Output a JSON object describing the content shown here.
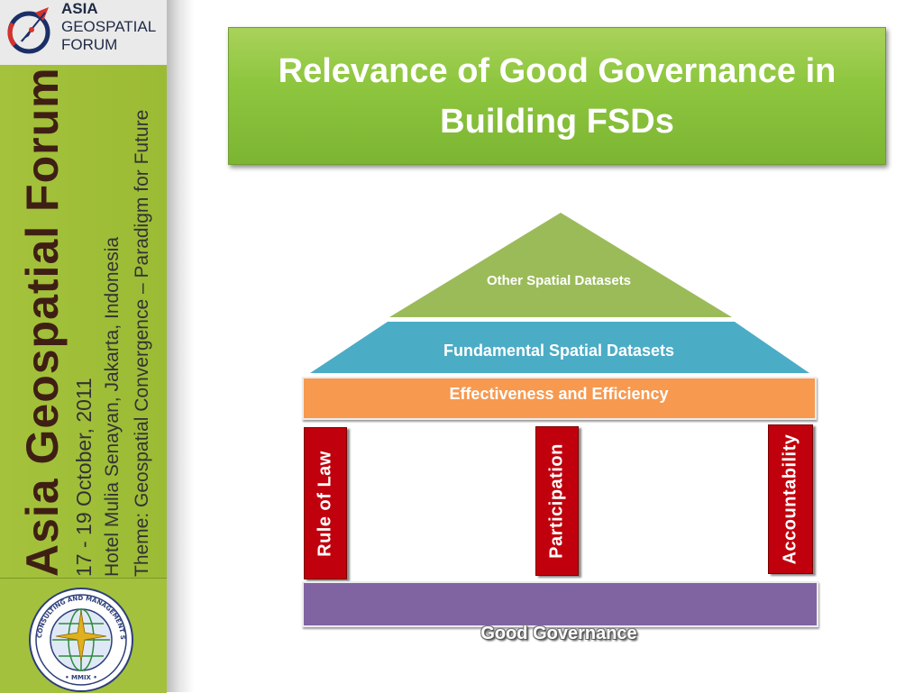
{
  "sidebar": {
    "logo": {
      "line1": "ASIA",
      "line2": "GEOSPATIAL",
      "line3": "FORUM"
    },
    "event_title": "Asia Geospatial Forum",
    "dates": "17 - 19 October, 2011",
    "venue": "Hotel Mulia Senayan, Jakarta, Indonesia",
    "theme": "Theme: Geospatial Convergence – Paradigm for Future",
    "seal": {
      "top_text": "RSV GEOCONSULTING AND MANAGEMENT SERVICES",
      "year": "• MMIX •"
    }
  },
  "slide": {
    "title": "Relevance of Good Governance in Building FSDs"
  },
  "diagram": {
    "roof_top": "Other Spatial Datasets",
    "roof_lower": "Fundamental Spatial Datasets",
    "beam": "Effectiveness and Efficiency",
    "pillars": [
      "Rule of Law",
      "Participation",
      "Accountability"
    ],
    "foundation": "Good Governance"
  },
  "colors": {
    "sidebar_green": "#a4c23c",
    "title_green": "#8ec63f",
    "roof_top_green": "#9bbb59",
    "roof_lower_blue": "#4bacc6",
    "beam_orange": "#f7994f",
    "pillar_red": "#c0000c",
    "foundation_purple": "#8064a2"
  }
}
